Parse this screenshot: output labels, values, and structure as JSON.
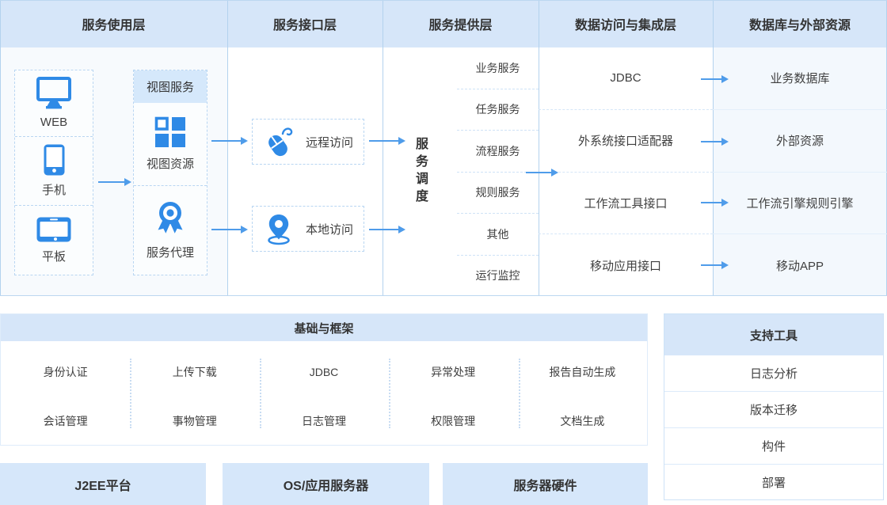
{
  "colors": {
    "accent": "#2f8ae6",
    "arrow": "#4f9cea",
    "header_bg": "#d6e6f9",
    "highlight_bg": "#d5e8fb"
  },
  "top_layers": {
    "usage": {
      "title": "服务使用层",
      "devices": [
        {
          "label": "WEB",
          "icon": "monitor-icon"
        },
        {
          "label": "手机",
          "icon": "smartphone-icon"
        },
        {
          "label": "平板",
          "icon": "tablet-icon"
        }
      ],
      "view_group": {
        "header": "视图服务",
        "items": [
          {
            "label": "视图资源",
            "icon": "grid-icon"
          },
          {
            "label": "服务代理",
            "icon": "badge-icon"
          }
        ]
      }
    },
    "interface": {
      "title": "服务接口层",
      "items": [
        {
          "label": "远程访问",
          "icon": "mouse-icon"
        },
        {
          "label": "本地访问",
          "icon": "location-pin-icon"
        }
      ]
    },
    "provider": {
      "title": "服务提供层",
      "dispatcher": "服务调度",
      "items": [
        "业务服务",
        "任务服务",
        "流程服务",
        "规则服务",
        "其他",
        "运行监控"
      ]
    },
    "integration": {
      "title": "数据访问与集成层",
      "items": [
        "JDBC",
        "外系统接口适配器",
        "工作流工具接口",
        "移动应用接口"
      ]
    },
    "resources": {
      "title": "数据库与外部资源",
      "items": [
        "业务数据库",
        "外部资源",
        "工作流引擎规则引擎",
        "移动APP"
      ]
    }
  },
  "foundation": {
    "title": "基础与框架",
    "columns": [
      [
        "身份认证",
        "会话管理"
      ],
      [
        "上传下载",
        "事物管理"
      ],
      [
        "JDBC",
        "日志管理"
      ],
      [
        "异常处理",
        "权限管理"
      ],
      [
        "报告自动生成",
        "文档生成"
      ]
    ]
  },
  "support": {
    "title": "支持工具",
    "items": [
      "日志分析",
      "版本迁移",
      "构件",
      "部署"
    ]
  },
  "platform_bars": [
    "J2EE平台",
    "OS/应用服务器",
    "服务器硬件"
  ]
}
